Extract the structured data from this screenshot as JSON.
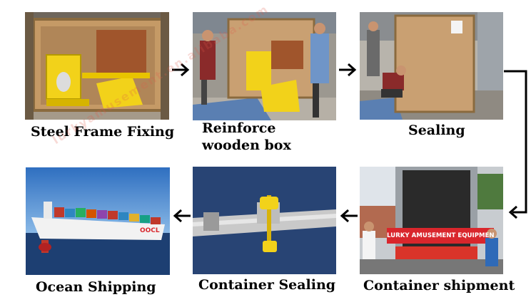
{
  "steps": [
    {
      "id": 1,
      "label": "Steel Frame Fixing",
      "scene": "open wooden crate with yellow amusement machine parts fixed on steel frame"
    },
    {
      "id": 2,
      "label": "Reinforce wooden box",
      "scene": "workers reinforcing wooden box around yellow machine"
    },
    {
      "id": 3,
      "label": "Sealing",
      "scene": "worker sealing closed wooden crate"
    },
    {
      "id": 4,
      "label": "Container shipment",
      "scene": "truck with shipping container and red banner"
    },
    {
      "id": 5,
      "label": "Container Sealing",
      "scene": "yellow bolt seal on container door lock bar"
    },
    {
      "id": 6,
      "label": "Ocean Shipping",
      "scene": "large container ship at sea"
    }
  ],
  "banner_text": "LURKY AMUSEMENT EQUIPMENT",
  "ship_hull_text": "OOCL",
  "watermark": "lurkyamusement.en.alibaba.com",
  "colors": {
    "arrow": "#000000",
    "crate_wood": "#c59a66",
    "machine_yellow": "#f2d21a",
    "banner_red": "#d9262c",
    "sea": "#1d3f72",
    "sky": "#4f8fd4"
  }
}
